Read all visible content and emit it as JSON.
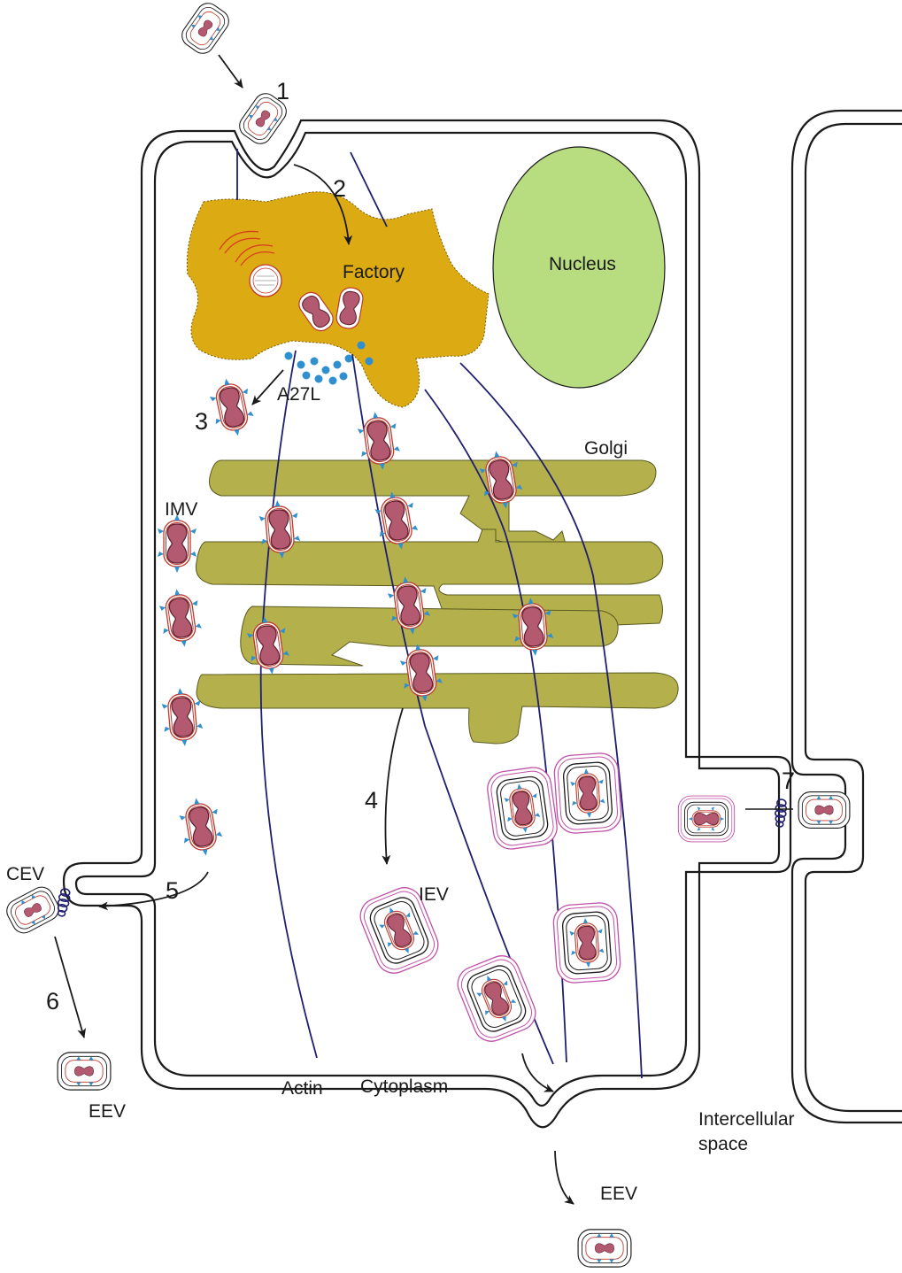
{
  "labels": {
    "factory": "Factory",
    "nucleus": "Nucleus",
    "golgi": "Golgi",
    "imv": "IMV",
    "a27l": "A27L",
    "iev": "IEV",
    "cev": "CEV",
    "eev_left": "EEV",
    "eev_bottom": "EEV",
    "actin": "Actin",
    "cytoplasm": "Cytoplasm",
    "intercellular_line1": "Intercellular",
    "intercellular_line2": "space"
  },
  "steps": [
    "1",
    "2",
    "3",
    "4",
    "5",
    "6",
    "7"
  ],
  "colors": {
    "factory": "#dcaa12",
    "nucleus": "#b8dc80",
    "golgi": "#b4b04c",
    "virion_core": "#b45a70",
    "virion_spike": "#2f8fcf",
    "iev_envelope": "#c050a8",
    "actin": "#1f1f6e"
  }
}
